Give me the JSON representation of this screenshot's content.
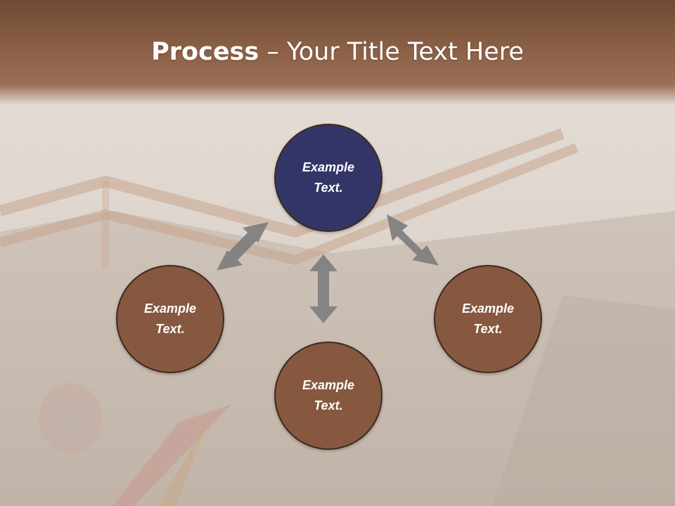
{
  "title": {
    "bold": "Process",
    "rest": " – Your Title Text Here"
  },
  "nodes": {
    "top": {
      "line1": "Example",
      "line2": "Text."
    },
    "left": {
      "line1": "Example",
      "line2": "Text."
    },
    "right": {
      "line1": "Example",
      "line2": "Text."
    },
    "bottom": {
      "line1": "Example",
      "line2": "Text."
    }
  },
  "colors": {
    "header": "#8a5f45",
    "primary_node": "#343567",
    "secondary_node": "#86583f",
    "node_border": "#3e2a1f",
    "arrow": "#7d7d7d"
  }
}
